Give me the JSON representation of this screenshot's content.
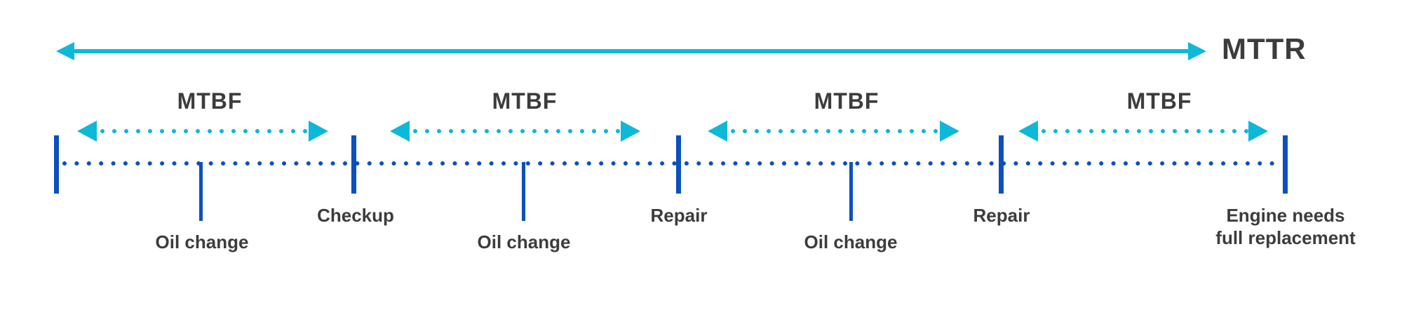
{
  "colors": {
    "cyan": "#0eb8d9",
    "blue": "#0c50c0",
    "text": "#3c3c3c"
  },
  "mttr": {
    "label": "MTTR"
  },
  "mtbf_segments": [
    {
      "label": "MTBF"
    },
    {
      "label": "MTBF"
    },
    {
      "label": "MTBF"
    },
    {
      "label": "MTBF"
    }
  ],
  "timeline_events": [
    {
      "label": "Oil change",
      "type": "minor"
    },
    {
      "label": "Checkup",
      "type": "major"
    },
    {
      "label": "Oil change",
      "type": "minor"
    },
    {
      "label": "Repair",
      "type": "major"
    },
    {
      "label": "Oil change",
      "type": "minor"
    },
    {
      "label": "Repair",
      "type": "major"
    },
    {
      "label": "Engine needs",
      "label_line2": "full replacement",
      "type": "major"
    }
  ]
}
